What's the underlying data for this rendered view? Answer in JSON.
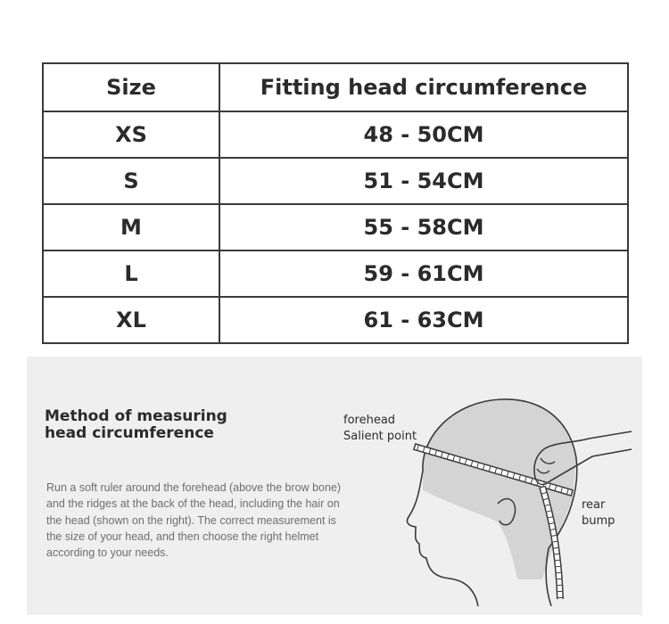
{
  "size_table": {
    "headers": [
      "Size",
      "Fitting head circumference"
    ],
    "rows": [
      [
        "XS",
        "48 - 50CM"
      ],
      [
        "S",
        "51 - 54CM"
      ],
      [
        "M",
        "55 - 58CM"
      ],
      [
        "L",
        "59 - 61CM"
      ],
      [
        "XL",
        "61 - 63CM"
      ]
    ]
  },
  "method": {
    "title_lines": [
      "Method of measuring",
      "head circumference"
    ],
    "body_lines": [
      "Run a soft ruler around the forehead (above the brow bone)",
      "and the ridges at the back of the head, including the hair on",
      "the head (shown on the right). The correct measurement is",
      "the size of your head, and then choose the right helmet",
      "according to your needs."
    ]
  },
  "illustration": {
    "front_label_lines": [
      "forehead",
      "Salient point"
    ],
    "rear_label_lines": [
      "rear",
      "bump"
    ],
    "icon": "head-measuring-tape-illustration"
  },
  "colors": {
    "text": "#2b2b2b",
    "border": "#3a3a3a",
    "panel_background": "#efefef",
    "body_text": "#6e6e6e"
  }
}
